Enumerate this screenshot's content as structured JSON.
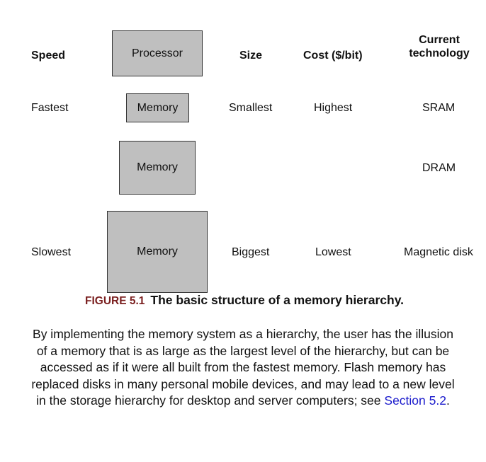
{
  "headers": {
    "speed": "Speed",
    "processor": "Processor",
    "size": "Size",
    "cost": "Cost ($/bit)",
    "technology_line1": "Current",
    "technology_line2": "technology"
  },
  "levels": [
    {
      "speed": "Fastest",
      "memory_label": "Memory",
      "size": "Smallest",
      "cost": "Highest",
      "technology": "SRAM"
    },
    {
      "speed": "",
      "memory_label": "Memory",
      "size": "",
      "cost": "",
      "technology": "DRAM"
    },
    {
      "speed": "Slowest",
      "memory_label": "Memory",
      "size": "Biggest",
      "cost": "Lowest",
      "technology": "Magnetic disk"
    }
  ],
  "figure": {
    "label": "FIGURE 5.1",
    "title": "The basic structure of a memory hierarchy.",
    "caption": "By implementing the memory system as a hierarchy, the user has the illusion of a memory that is as large as the largest level of the hierarchy, but can be accessed as if it were all built from the fastest memory. Flash memory has replaced disks in many personal mobile devices, and may lead to a new level in the storage hierarchy for desktop and server computers; see",
    "caption_link": "Section 5.2",
    "caption_end": "."
  },
  "colors": {
    "box_fill": "#bfbfbf",
    "figure_label": "#7a1f1f",
    "link": "#1a1acc"
  }
}
